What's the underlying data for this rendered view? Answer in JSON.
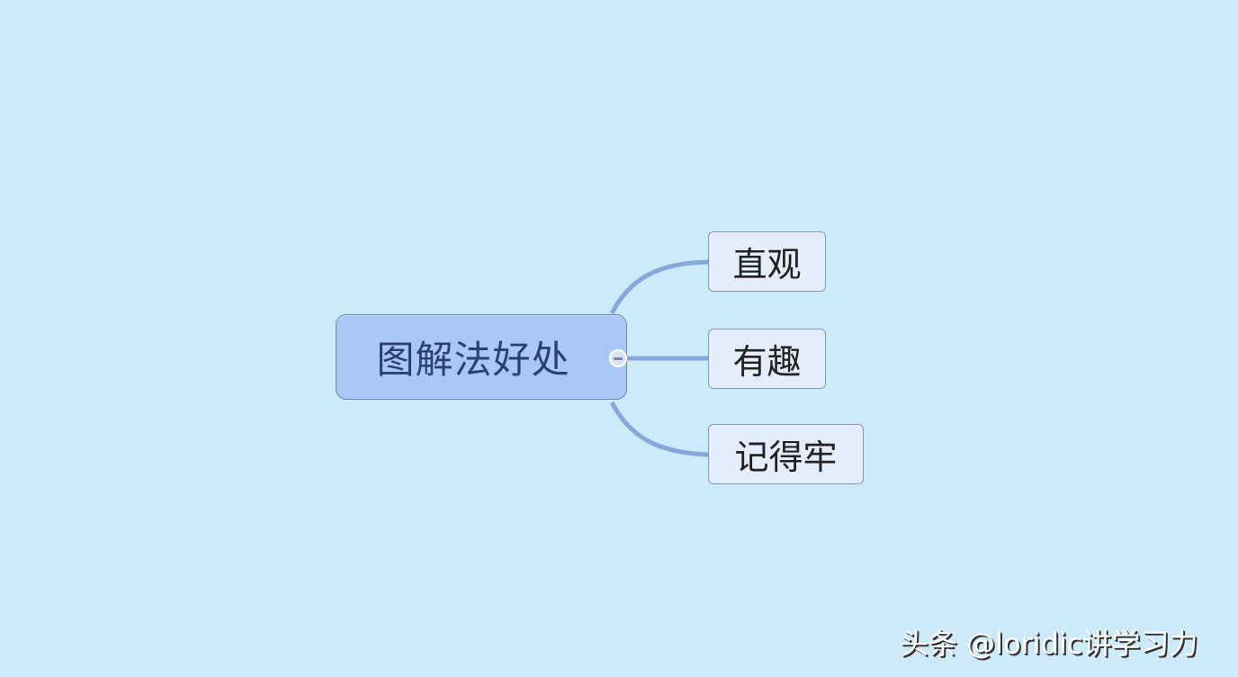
{
  "mindmap": {
    "root": {
      "label": "图解法好处",
      "fill": "#a9c8f6",
      "text_color": "#2b3f78"
    },
    "children": [
      {
        "label": "直观"
      },
      {
        "label": "有趣"
      },
      {
        "label": "记得牢"
      }
    ],
    "connector_color": "#87a7db",
    "collapse_icon": "minus-circle"
  },
  "watermark": {
    "text": "头条 @loridic讲学习力"
  },
  "background": "#cdeafb"
}
